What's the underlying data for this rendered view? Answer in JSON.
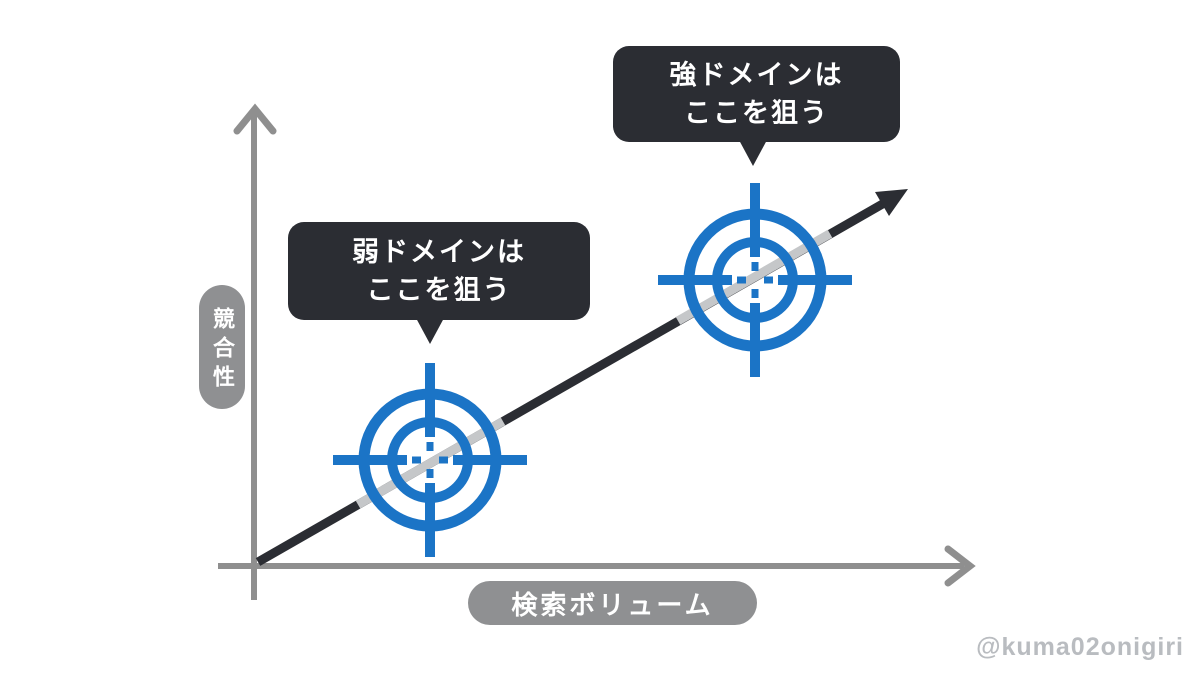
{
  "axes": {
    "y_axis_label": "競合性",
    "x_axis_label": "検索ボリューム"
  },
  "callouts": {
    "strong": {
      "line1": "強ドメインは",
      "line2": "ここを狙う"
    },
    "weak": {
      "line1": "弱ドメインは",
      "line2": "ここを狙う"
    }
  },
  "watermark": {
    "text": "@kuma02onigiri"
  },
  "colors": {
    "background": "#ffffff",
    "axis_gray": "#8f8f8f",
    "label_pill_gray": "#8f9092",
    "callout_dark": "#2b2d33",
    "target_blue": "#1b74c6",
    "trend_line_dark": "#2b2d33",
    "trend_line_behind_target": "#c5c7c9",
    "watermark_gray": "#b9bcc0",
    "text_white": "#ffffff"
  },
  "diagram": {
    "type": "conceptual-plot",
    "trend": "rising diagonal arrow from origin to upper right",
    "targets": [
      {
        "callout": "weak",
        "position": "lower-left of trend line (low search volume, low competitiveness)"
      },
      {
        "callout": "strong",
        "position": "upper-right of trend line (high search volume, high competitiveness)"
      }
    ]
  }
}
